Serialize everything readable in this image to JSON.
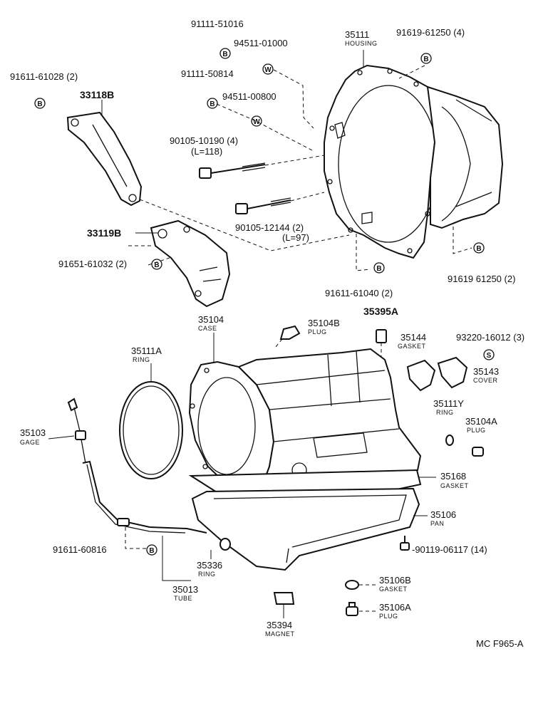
{
  "diagram": {
    "code": "MC F965-A",
    "callouts": [
      {
        "id": "c1",
        "number": "91111-51016",
        "name": ""
      },
      {
        "id": "c2",
        "number": "94511-01000",
        "name": ""
      },
      {
        "id": "c3",
        "number": "35111",
        "name": "HOUSING"
      },
      {
        "id": "c4",
        "number": "91619-61250 (4)",
        "name": ""
      },
      {
        "id": "c5",
        "number": "91611-61028 (2)",
        "name": ""
      },
      {
        "id": "c6",
        "number": "91111-50814",
        "name": ""
      },
      {
        "id": "c7",
        "number": "33118B",
        "name": ""
      },
      {
        "id": "c8",
        "number": "94511-00800",
        "name": ""
      },
      {
        "id": "c9",
        "number": "90105-10190 (4)",
        "name": "(L=118)"
      },
      {
        "id": "c10",
        "number": "90105-12144 (2)",
        "name": "(L=97)"
      },
      {
        "id": "c11",
        "number": "33119B",
        "name": ""
      },
      {
        "id": "c12",
        "number": "91651-61032 (2)",
        "name": ""
      },
      {
        "id": "c13",
        "number": "91619 61250 (2)",
        "name": ""
      },
      {
        "id": "c14",
        "number": "91611-61040 (2)",
        "name": ""
      },
      {
        "id": "c15",
        "number": "35104",
        "name": "CASE"
      },
      {
        "id": "c16",
        "number": "35104B",
        "name": "PLUG"
      },
      {
        "id": "c17",
        "number": "35395A",
        "name": ""
      },
      {
        "id": "c18",
        "number": "35144",
        "name": "GASKET"
      },
      {
        "id": "c19",
        "number": "93220-16012 (3)",
        "name": ""
      },
      {
        "id": "c20",
        "number": "35143",
        "name": "COVER"
      },
      {
        "id": "c21",
        "number": "35111A",
        "name": "RING"
      },
      {
        "id": "c22",
        "number": "35111Y",
        "name": "RING"
      },
      {
        "id": "c23",
        "number": "35104A",
        "name": "PLUG"
      },
      {
        "id": "c24",
        "number": "35103",
        "name": "GAGE"
      },
      {
        "id": "c25",
        "number": "35168",
        "name": "GASKET"
      },
      {
        "id": "c26",
        "number": "35106",
        "name": "PAN"
      },
      {
        "id": "c27",
        "number": "91611-60816",
        "name": ""
      },
      {
        "id": "c28",
        "number": "-90119-06117 (14)",
        "name": ""
      },
      {
        "id": "c29",
        "number": "35336",
        "name": "RING"
      },
      {
        "id": "c30",
        "number": "35013",
        "name": "TUBE"
      },
      {
        "id": "c31",
        "number": "35106B",
        "name": "GASKET"
      },
      {
        "id": "c32",
        "number": "35106A",
        "name": "PLUG"
      },
      {
        "id": "c33",
        "number": "35394",
        "name": "MAGNET"
      }
    ],
    "markers": {
      "bolt": "B",
      "washer": "W",
      "screw": "S"
    }
  }
}
